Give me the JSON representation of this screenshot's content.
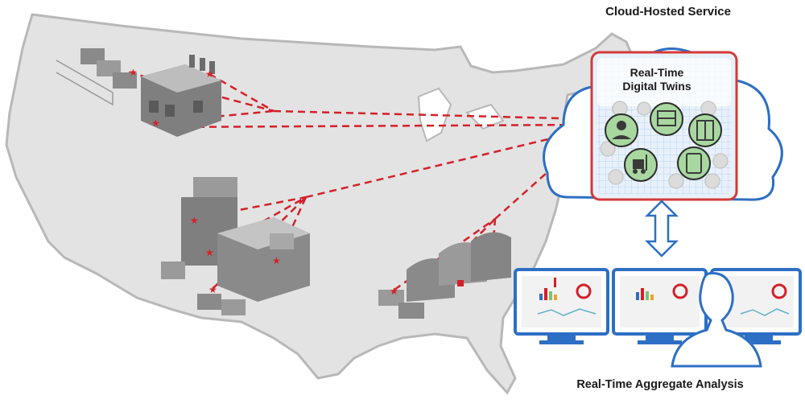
{
  "cloud_service": {
    "title": "Cloud-Hosted Service"
  },
  "digital_twins": {
    "title_line1": "Real-Time",
    "title_line2": "Digital Twins",
    "icons": [
      "person-icon",
      "truck-icon",
      "pallet-racks-icon",
      "forklift-icon",
      "tablet-icon"
    ]
  },
  "analysis": {
    "title": "Real-Time Aggregate Analysis",
    "monitor_count": 3
  },
  "sites": [
    "factory",
    "distribution-center",
    "warehouse-sheds"
  ],
  "colors": {
    "map_fill": "#e3e3e3",
    "map_stroke": "#b8b8b8",
    "link_dash": "#d4202a",
    "cloud_stroke": "#2d6fc4",
    "twin_panel_border": "#d43a3a",
    "twin_panel_fill": "#e8f1fb",
    "twin_icon_fill": "#a8d8a0",
    "monitor_frame": "#2d6fc4",
    "building_gray": "#8a8a8a"
  }
}
